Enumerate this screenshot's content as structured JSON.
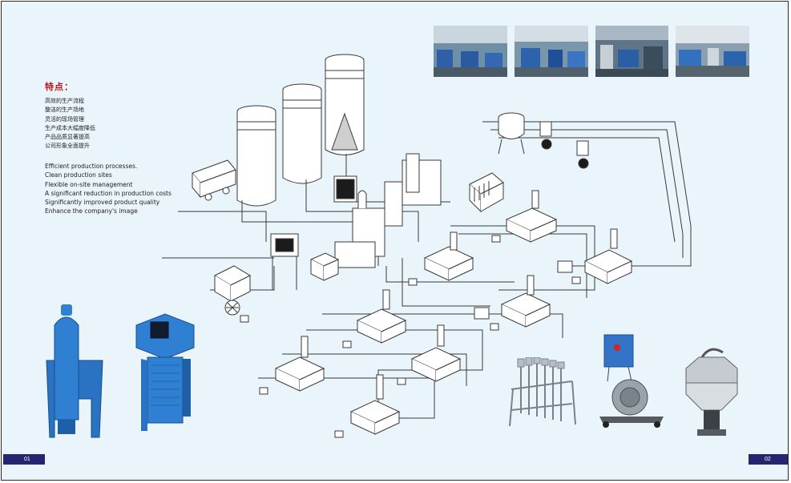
{
  "features": {
    "heading": "特点：",
    "cn_items": [
      "高效的生产流程",
      "整洁的生产场地",
      "灵活的现场管理",
      "生产成本大幅度降低",
      "产品品质显著提高",
      "公司形象全面提升"
    ],
    "en_items": [
      "Efficient production processes.",
      "Clean production sites",
      "Flexible on-site management",
      "A significant reduction in production costs",
      "Significantly improved product quality",
      "Enhance the company's image"
    ]
  },
  "page_numbers": {
    "left": "01",
    "right": "02"
  },
  "colors": {
    "background": "#eaf4fb",
    "heading": "#c0141b",
    "page_tab": "#26246e",
    "equipment_blue": "#2f7fd3",
    "line_drawing": "#3a3a3a"
  }
}
